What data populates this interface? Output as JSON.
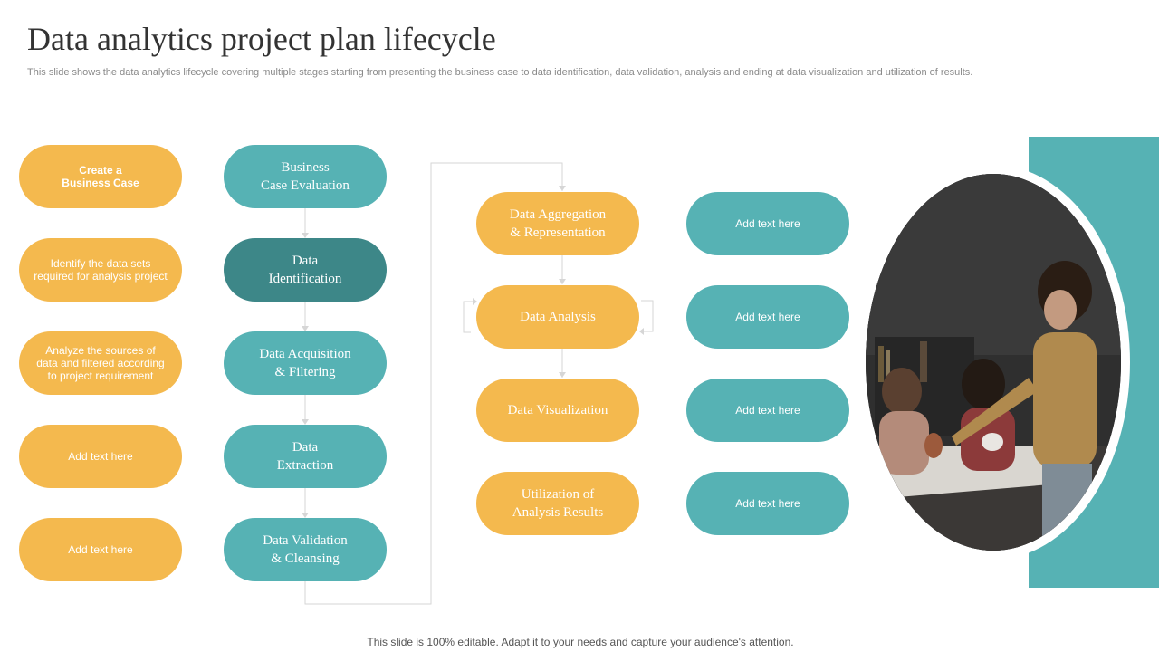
{
  "title": "Data analytics project plan lifecycle",
  "subtitle": "This slide shows the data analytics lifecycle covering multiple stages starting from presenting the business case to data identification, data validation, analysis and ending at data visualization and utilization of results.",
  "left_column": [
    "Create a\nBusiness Case",
    "Identify the data sets\nrequired for analysis project",
    "Analyze the sources of\ndata and filtered according\nto project requirement",
    "Add text here",
    "Add text here"
  ],
  "stages_col1": [
    "Business\nCase Evaluation",
    "Data\nIdentification",
    "Data Acquisition\n& Filtering",
    "Data\nExtraction",
    "Data Validation\n& Cleansing"
  ],
  "stages_col2": [
    "Data Aggregation\n& Representation",
    "Data Analysis",
    "Data Visualization",
    "Utilization  of\nAnalysis  Results"
  ],
  "right_column": [
    "Add text here",
    "Add text here",
    "Add text here",
    "Add text here"
  ],
  "footer": "This slide is 100% editable. Adapt it to your needs and capture your audience's attention.",
  "colors": {
    "orange": "#f4b94e",
    "teal": "#56b2b4",
    "dark_teal": "#3d8788"
  }
}
